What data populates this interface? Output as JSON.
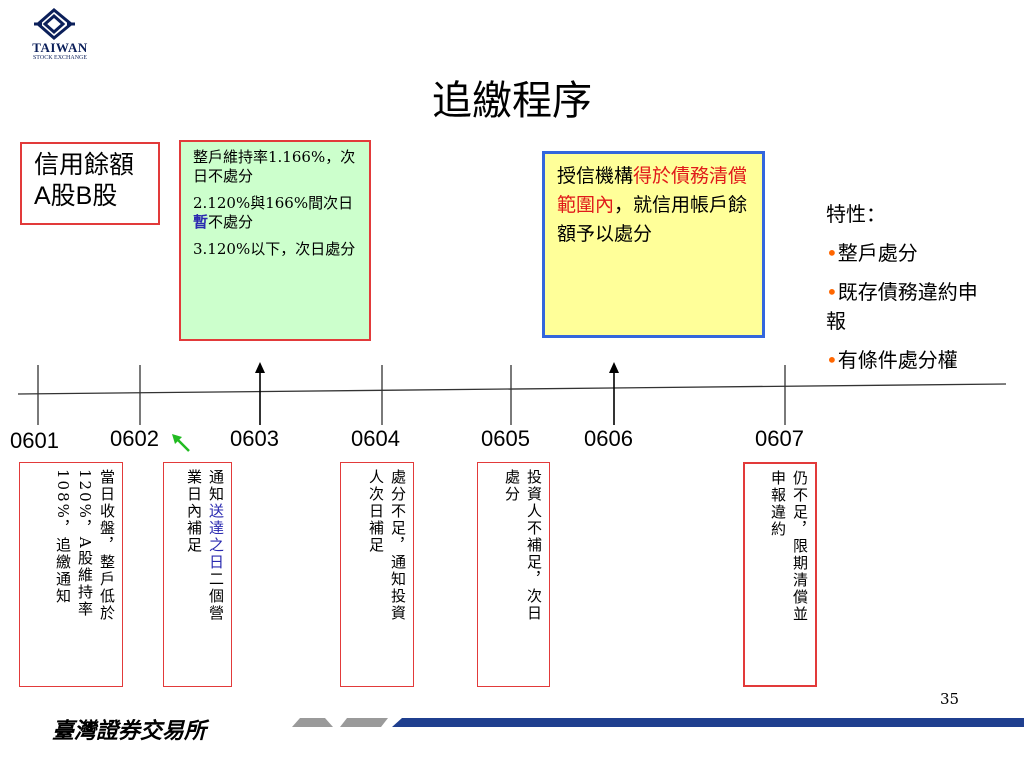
{
  "logo": {
    "line1": "TAIWAN",
    "line2": "STOCK EXCHANGE",
    "icon": "twse-logo-icon"
  },
  "title": "追繳程序",
  "credit_box": {
    "line1": "信用餘額",
    "line2": "A股B股"
  },
  "green_box": {
    "item1": "整戶維持率1.166%，次日不處分",
    "item2_a": "2.120%與166%間次日",
    "item2_b": "暫",
    "item2_c": "不處分",
    "item3": "3.120%以下，次日處分"
  },
  "yellow_box": {
    "part1": "授信機構",
    "part2": "得於債務清償範圍內",
    "part3": "，就信用帳戶餘額予以處分"
  },
  "features": {
    "heading": "特性：",
    "items": [
      "整戶處分",
      "既存債務違約申報",
      "有條件處分權"
    ],
    "bullet": "•"
  },
  "timeline": {
    "dates": [
      "0601",
      "0602",
      "0603",
      "0604",
      "0605",
      "0606",
      "0607"
    ]
  },
  "notes": {
    "n1": [
      "當日收盤",
      "120%，A股維持率",
      "108%，追繳通知"
    ],
    "n1_full": [
      "當日收盤，整戶低於",
      "120%，A股維持率",
      "108%，追繳通知"
    ],
    "n2": [
      "通知",
      "送達之日",
      "二個營",
      "業日內補足"
    ],
    "n4": [
      "處分不足，通知投資",
      "人次日補足"
    ],
    "n5": [
      "投資人不補足，次日",
      "處分"
    ],
    "n7": [
      "仍不足，限期清償並",
      "申報違約"
    ]
  },
  "page_number": "35",
  "footer": {
    "name": "臺灣證券交易所"
  },
  "colors": {
    "red": "#e23a3a",
    "blue_border": "#3366dd",
    "green_fill": "#ccffcc",
    "yellow_fill": "#ffff99",
    "navy": "#1f3f8f",
    "arrow_green": "#22bb22"
  }
}
